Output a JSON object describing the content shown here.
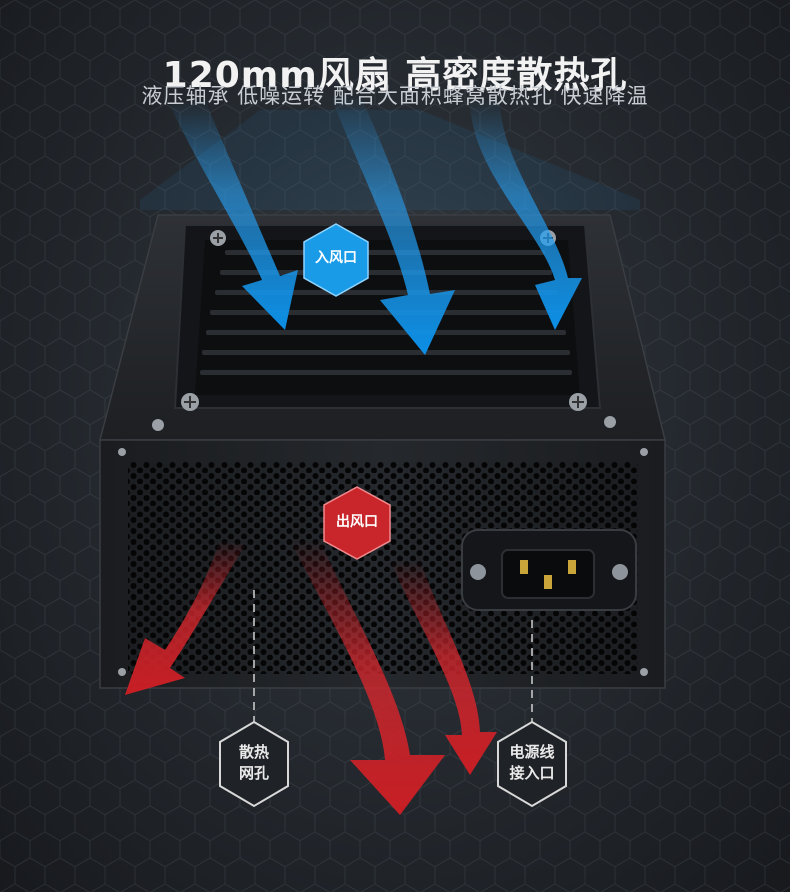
{
  "header": {
    "title": "120mm风扇 高密度散热孔",
    "subtitle": "液压轴承 低噪运转 配合大面积蜂窝散热孔 快速降温"
  },
  "labels": {
    "intake": "入风口",
    "exhaust": "出风口",
    "vent_line1": "散热",
    "vent_line2": "网孔",
    "power_line1": "电源线",
    "power_line2": "接入口"
  },
  "colors": {
    "intake_blue": "#1a9be8",
    "exhaust_red": "#c8262b",
    "psu_body": "#1b1d20"
  }
}
